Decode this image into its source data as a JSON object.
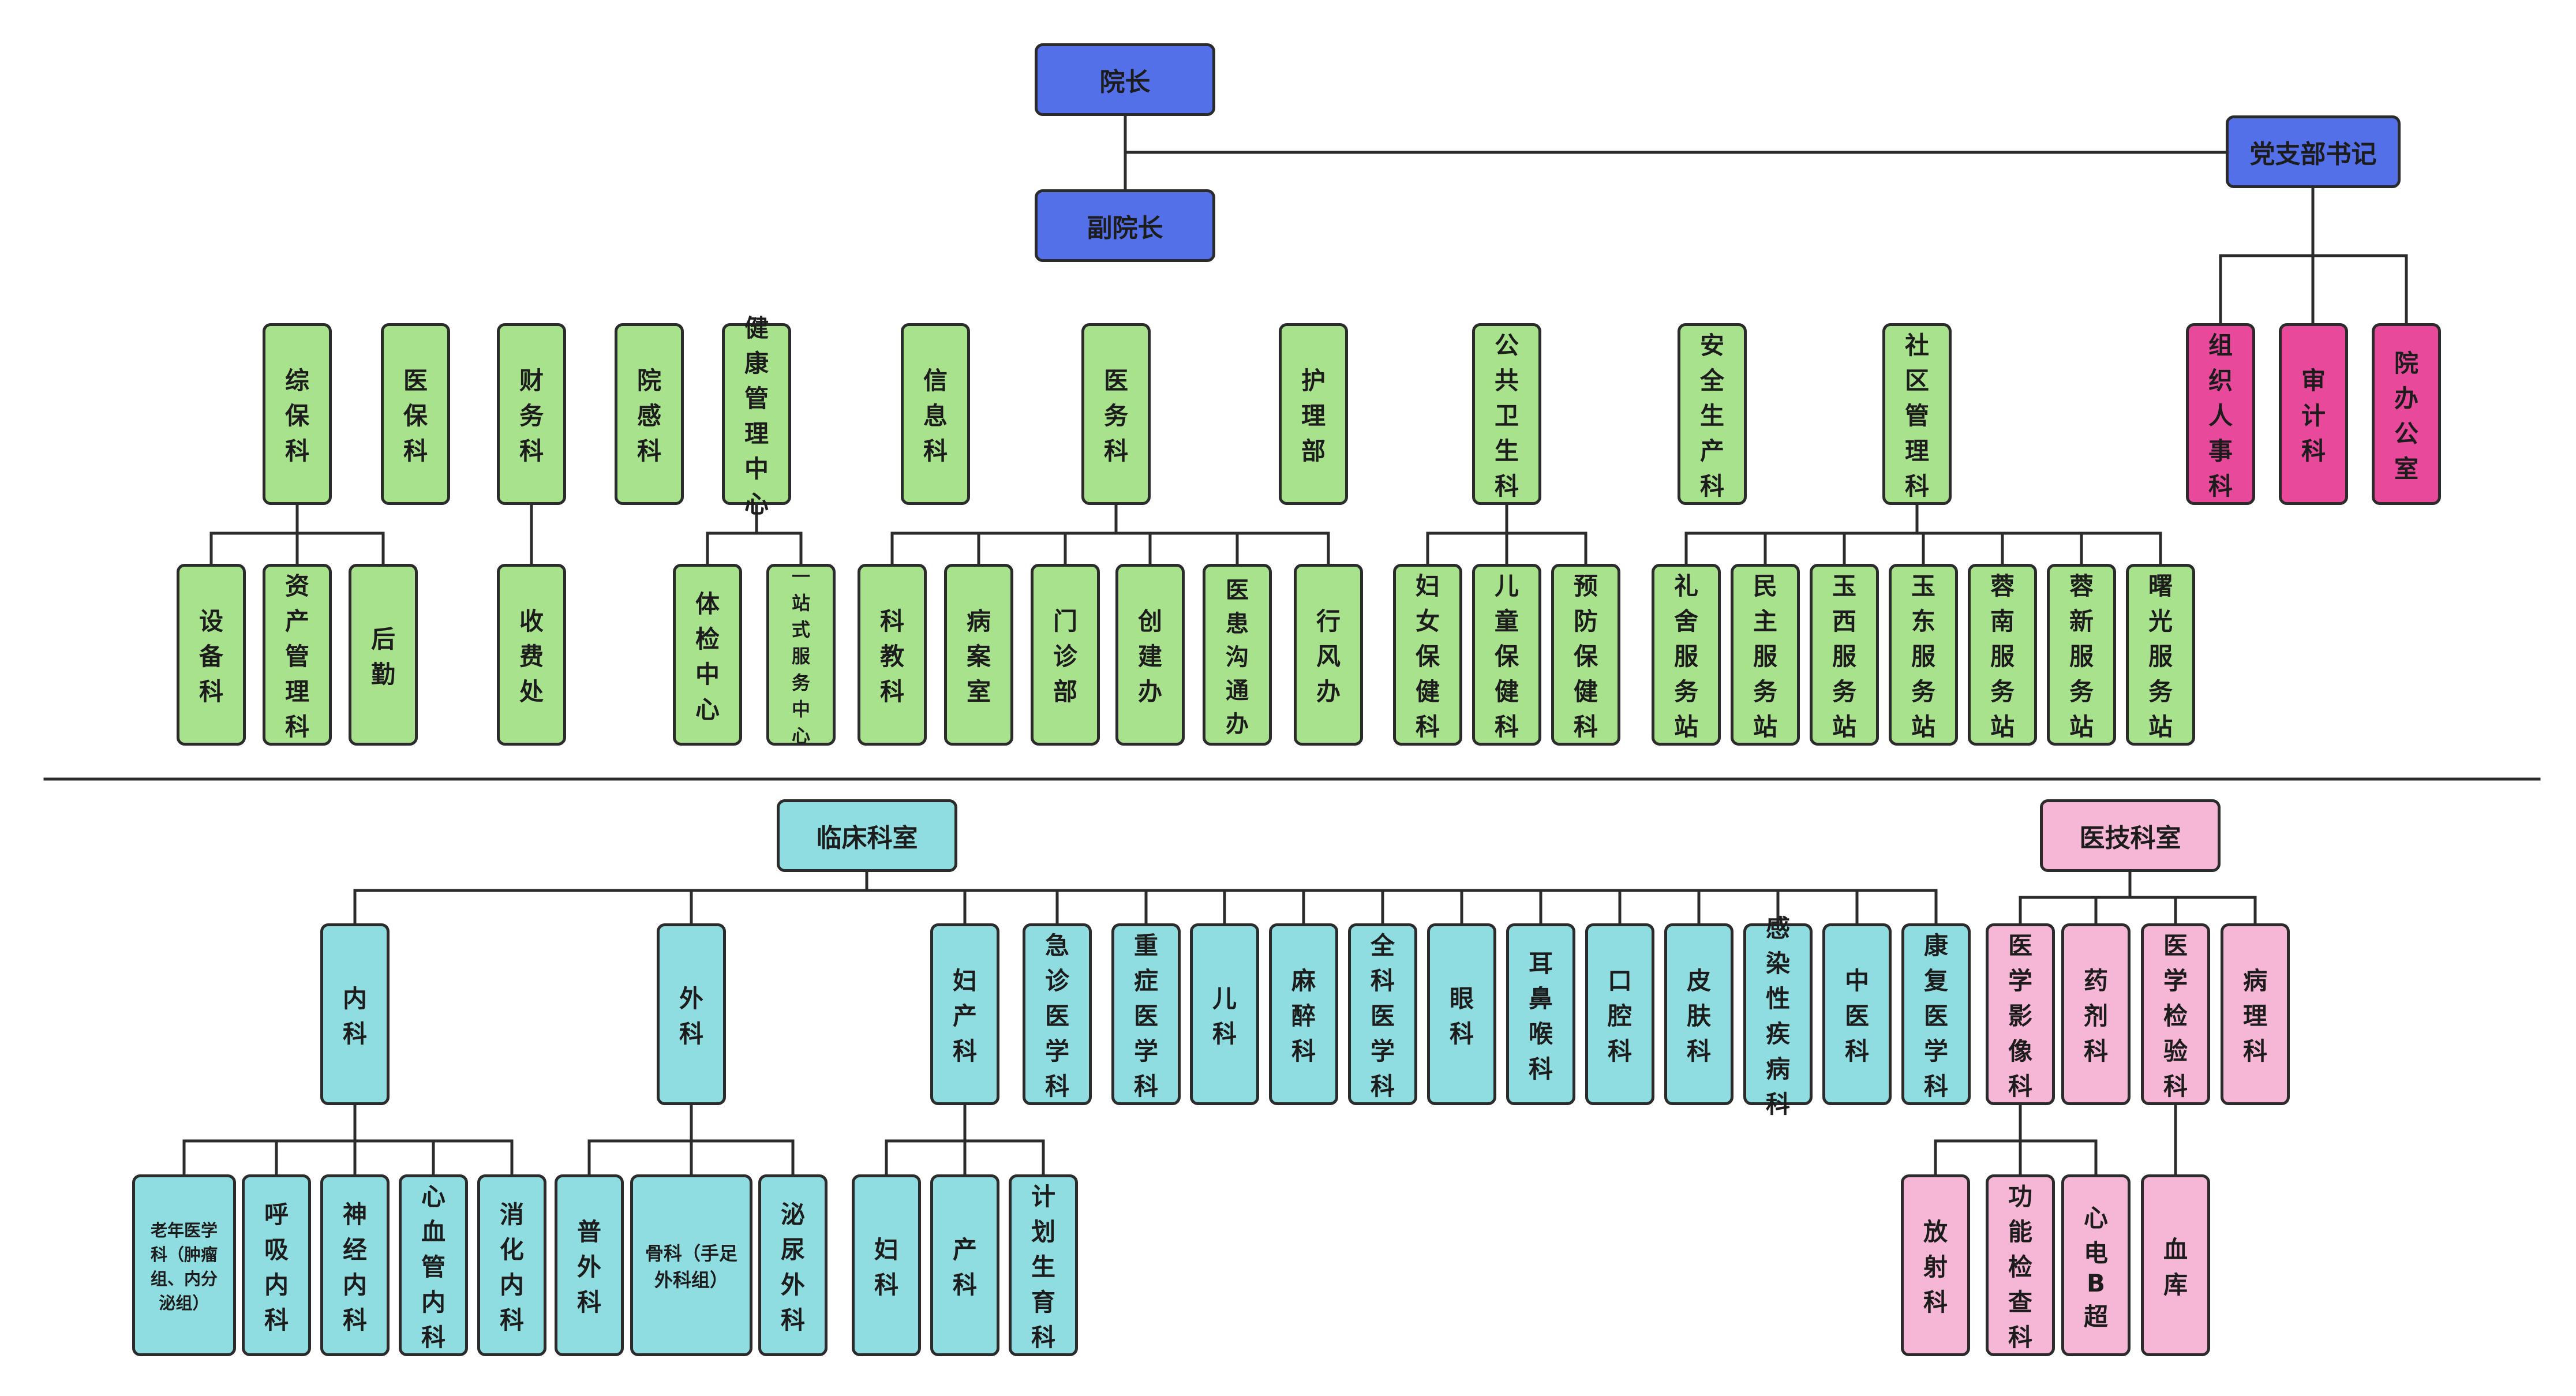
{
  "colors": {
    "leader": "#5470e8",
    "green": "#a8e28c",
    "magenta": "#e9499a",
    "cyan": "#8fdde0",
    "pink": "#f6b7d6",
    "line": "#2b2b2b"
  },
  "nodes": {
    "president": "院长",
    "vice_president": "副院长",
    "party_secretary": "党支部书记",
    "admin": {
      "zongbao": "综保科",
      "yibao": "医保科",
      "caiwu": "财务科",
      "yuangan": "院感科",
      "jiankang": "健康管理中心",
      "xinxi": "信息科",
      "yiwu": "医务科",
      "huli": "护理部",
      "gonggong": "公共卫生科",
      "anquan": "安全生产科",
      "shequ": "社区管理科",
      "zuzhi": "组织人事科",
      "shenji": "审计科",
      "yuanban": "院办公室",
      "shebei": "设备科",
      "zichan": "资产管理科",
      "houqin": "后勤",
      "shoufei": "收费处",
      "tijian": "体检中心",
      "yizhan": "一站式服务中心",
      "kejiao": "科教科",
      "bingan": "病案室",
      "menzhen": "门诊部",
      "chuangjian": "创建办",
      "yihuan": "医患沟通办",
      "xingfeng": "行风办",
      "funv": "妇女保健科",
      "ertong": "儿童保健科",
      "yufang": "预防保健科",
      "lishe": "礼舍服务站",
      "minzhu": "民主服务站",
      "yuxi": "玉西服务站",
      "yudong": "玉东服务站",
      "rongnan": "蓉南服务站",
      "rongxin": "蓉新服务站",
      "shuguang": "曙光服务站"
    },
    "clinical": {
      "root": "临床科室",
      "neike": "内科",
      "waike": "外科",
      "fuchan": "妇产科",
      "jizhen": "急诊医学科",
      "zhongzheng": "重症医学科",
      "erke": "儿科",
      "mazui": "麻醉科",
      "quanke": "全科医学科",
      "yanke": "眼科",
      "erbihou": "耳鼻喉科",
      "kouqiang": "口腔科",
      "pifu": "皮肤科",
      "ganran": "感染性疾病科",
      "zhongyi": "中医科",
      "kangfu": "康复医学科",
      "laonian": "老年医学科（肿瘤组、内分泌组）",
      "huxi": "呼吸内科",
      "shenjing": "神经内科",
      "xinxueguan": "心血管内科",
      "xiaohua": "消化内科",
      "puwai": "普外科",
      "guke": "骨科（手足外科组）",
      "miniao": "泌尿外科",
      "fuke": "妇科",
      "chanke": "产科",
      "jihua": "计划生育科"
    },
    "medtech": {
      "root": "医技科室",
      "yingxiang": "医学影像科",
      "yaoji": "药剂科",
      "jianyan": "医学检验科",
      "bingli": "病理科",
      "fangshe": "放射科",
      "gongneng": "功能检查科",
      "xindian": "心电B超",
      "xueku": "血库"
    }
  }
}
